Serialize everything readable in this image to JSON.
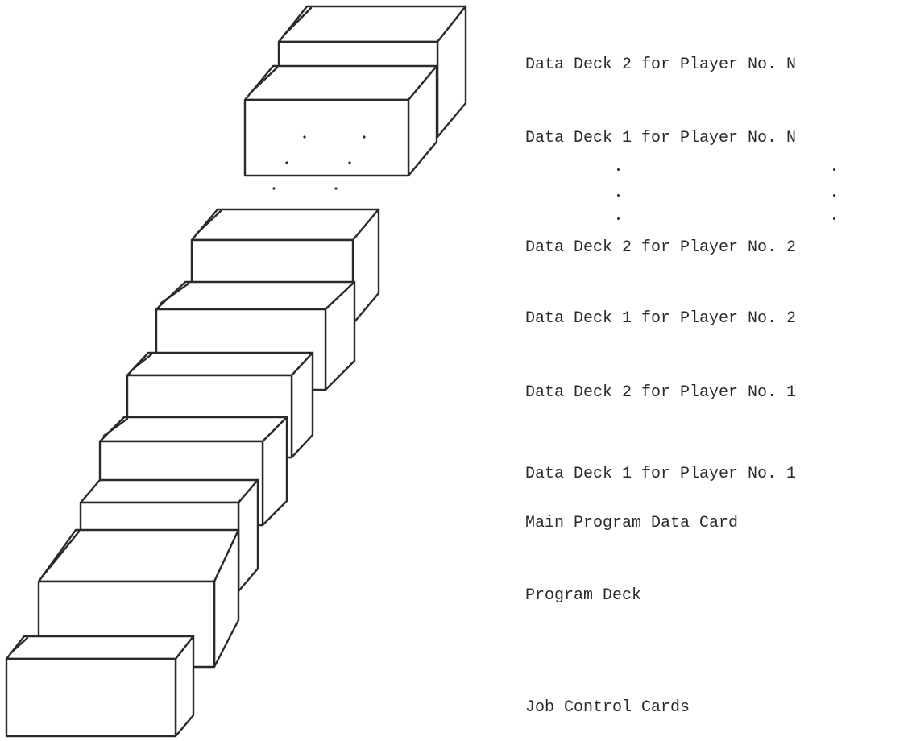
{
  "labels": {
    "data_deck_2_player_n": "Data Deck 2 for Player No. N",
    "data_deck_1_player_n": "Data Deck 1 for Player No. N",
    "data_deck_2_player_2": "Data Deck 2 for Player No. 2",
    "data_deck_1_player_2": "Data Deck 1 for Player No. 2",
    "data_deck_2_player_1": "Data Deck 2 for Player No. 1",
    "data_deck_1_player_1": "Data Deck 1 for Player No. 1",
    "main_program_data_card": "Main Program Data Card",
    "program_deck": "Program Deck",
    "job_control_cards": "Job Control Cards"
  }
}
